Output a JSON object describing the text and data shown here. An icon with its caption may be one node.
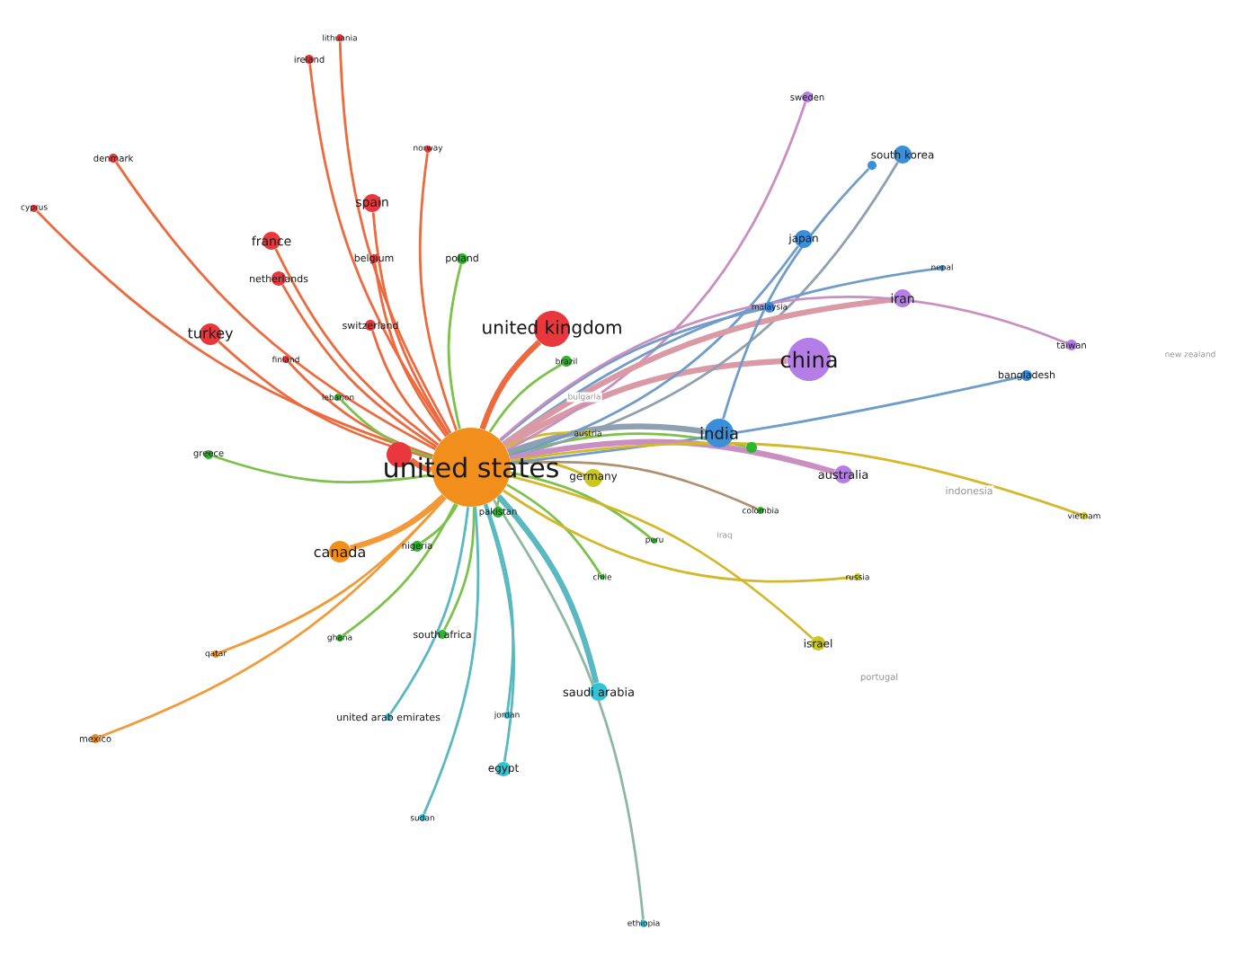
{
  "diagram": {
    "nodes": [
      {
        "text": [
          "united states"
        ]
      },
      {
        "text": [
          "united kingdom"
        ]
      },
      {
        "text": [
          "china"
        ]
      },
      {
        "text": [
          "india"
        ]
      },
      {
        "text": [
          "canada"
        ]
      },
      {
        "text": [
          "turkey"
        ]
      },
      {
        "text": [
          "france"
        ]
      },
      {
        "text": [
          "spain"
        ]
      },
      {
        "text": [
          "netherlands"
        ]
      },
      {
        "text": [
          "switzerland"
        ]
      },
      {
        "text": [
          "belgium"
        ]
      },
      {
        "text": [
          "poland"
        ]
      },
      {
        "text": [
          "denmark"
        ]
      },
      {
        "text": [
          "cyprus"
        ]
      },
      {
        "text": [
          "ireland"
        ]
      },
      {
        "text": [
          "lithuania"
        ]
      },
      {
        "text": [
          "norway"
        ]
      },
      {
        "text": [
          "finland"
        ]
      },
      {
        "text": [
          "lebanon"
        ]
      },
      {
        "text": [
          "greece"
        ]
      },
      {
        "text": [],
        "shape": "circle"
      },
      {
        "text": [
          "brazil"
        ]
      },
      {
        "text": [
          "bulgaria"
        ]
      },
      {
        "text": [
          "austria"
        ]
      },
      {
        "text": [
          "germany"
        ]
      },
      {
        "text": [
          "pakistan"
        ]
      },
      {
        "text": [
          "nigeria"
        ]
      },
      {
        "text": [
          "chile"
        ]
      },
      {
        "text": [
          "peru"
        ]
      },
      {
        "text": [
          "colombia"
        ]
      },
      {
        "text": [
          "iraq"
        ]
      },
      {
        "text": [],
        "shape": "circle"
      },
      {
        "text": [
          "sweden"
        ]
      },
      {
        "text": [
          "south korea"
        ]
      },
      {
        "text": [],
        "shape": "circle"
      },
      {
        "text": [
          "japan"
        ]
      },
      {
        "text": [
          "nepal"
        ]
      },
      {
        "text": [
          "malaysia"
        ]
      },
      {
        "text": [
          "iran"
        ]
      },
      {
        "text": [
          "taiwan"
        ]
      },
      {
        "text": [
          "new zealand"
        ]
      },
      {
        "text": [
          "bangladesh"
        ]
      },
      {
        "text": [
          "australia"
        ]
      },
      {
        "text": [
          "indonesia"
        ]
      },
      {
        "text": [
          "vietnam"
        ]
      },
      {
        "text": [
          "russia"
        ]
      },
      {
        "text": [
          "israel"
        ]
      },
      {
        "text": [
          "portugal"
        ]
      },
      {
        "text": [
          "ghana"
        ]
      },
      {
        "text": [
          "south africa"
        ]
      },
      {
        "text": [
          "qatar"
        ]
      },
      {
        "text": [
          "mexico"
        ]
      },
      {
        "text": [
          "united arab emirates"
        ]
      },
      {
        "text": [
          "jordan"
        ]
      },
      {
        "text": [
          "saudi arabia"
        ]
      },
      {
        "text": [
          "egypt"
        ]
      },
      {
        "text": [
          "sudan"
        ]
      },
      {
        "text": [
          "ethiopia"
        ]
      }
    ],
    "edges": [
      {
        "from": 0,
        "to": 1,
        "arrow": "none",
        "style": "thick",
        "color": "#ec6a3e"
      },
      {
        "from": 0,
        "to": 2,
        "arrow": "none",
        "style": "thick",
        "color": "#d99aa6"
      },
      {
        "from": 0,
        "to": 3,
        "arrow": "none",
        "style": "thick",
        "color": "#8fa0b0"
      },
      {
        "from": 0,
        "to": 4,
        "arrow": "none",
        "style": "thick",
        "color": "#f29a38"
      },
      {
        "from": 0,
        "to": 5,
        "arrow": "none",
        "color": "#ec6a3e"
      },
      {
        "from": 0,
        "to": 6,
        "arrow": "none",
        "color": "#ec6a3e"
      },
      {
        "from": 0,
        "to": 7,
        "arrow": "none",
        "color": "#ec6a3e"
      },
      {
        "from": 0,
        "to": 8,
        "arrow": "none",
        "color": "#ec6a3e"
      },
      {
        "from": 0,
        "to": 9,
        "arrow": "none",
        "color": "#ec6a3e"
      },
      {
        "from": 0,
        "to": 10,
        "arrow": "none",
        "color": "#ec6a3e"
      },
      {
        "from": 0,
        "to": 11,
        "arrow": "none",
        "color": "#7cc24a"
      },
      {
        "from": 0,
        "to": 12,
        "arrow": "none",
        "color": "#ec6a3e"
      },
      {
        "from": 0,
        "to": 13,
        "arrow": "none",
        "color": "#ec6a3e"
      },
      {
        "from": 0,
        "to": 14,
        "arrow": "none",
        "color": "#ec6a3e"
      },
      {
        "from": 0,
        "to": 15,
        "arrow": "none",
        "color": "#ec6a3e"
      },
      {
        "from": 0,
        "to": 16,
        "arrow": "none",
        "color": "#ec6a3e"
      },
      {
        "from": 0,
        "to": 17,
        "arrow": "none",
        "color": "#ec6a3e"
      },
      {
        "from": 0,
        "to": 18,
        "arrow": "none",
        "color": "#7cc24a"
      },
      {
        "from": 0,
        "to": 19,
        "arrow": "none",
        "color": "#7cc24a"
      },
      {
        "from": 0,
        "to": 20,
        "arrow": "none",
        "style": "thick",
        "color": "#ec6a3e"
      },
      {
        "from": 0,
        "to": 21,
        "arrow": "none",
        "color": "#7cc24a"
      },
      {
        "from": 0,
        "to": 23,
        "arrow": "none",
        "color": "#d4b82c"
      },
      {
        "from": 0,
        "to": 24,
        "arrow": "none",
        "color": "#d4b82c"
      },
      {
        "from": 0,
        "to": 25,
        "arrow": "none",
        "color": "#7cc24a"
      },
      {
        "from": 0,
        "to": 26,
        "arrow": "none",
        "color": "#7cc24a"
      },
      {
        "from": 0,
        "to": 27,
        "arrow": "none",
        "color": "#7cc24a"
      },
      {
        "from": 0,
        "to": 28,
        "arrow": "none",
        "color": "#7cc24a"
      },
      {
        "from": 0,
        "to": 29,
        "arrow": "none",
        "color": "#b09070"
      },
      {
        "from": 0,
        "to": 31,
        "arrow": "none",
        "color": "#7cc24a"
      },
      {
        "from": 0,
        "to": 32,
        "arrow": "none",
        "color": "#c98fc0"
      },
      {
        "from": 0,
        "to": 33,
        "arrow": "none",
        "color": "#8fa0b0"
      },
      {
        "from": 0,
        "to": 35,
        "arrow": "none",
        "color": "#6f9cc8"
      },
      {
        "from": 0,
        "to": 36,
        "arrow": "none",
        "color": "#6f9cc8"
      },
      {
        "from": 0,
        "to": 37,
        "arrow": "none",
        "color": "#6f9cc8"
      },
      {
        "from": 0,
        "to": 38,
        "arrow": "none",
        "style": "thick",
        "color": "#d99aa6"
      },
      {
        "from": 0,
        "to": 39,
        "arrow": "none",
        "color": "#c98fc0"
      },
      {
        "from": 0,
        "to": 41,
        "arrow": "none",
        "color": "#6f9cc8"
      },
      {
        "from": 0,
        "to": 42,
        "arrow": "none",
        "style": "thick",
        "color": "#c98fc0"
      },
      {
        "from": 0,
        "to": 44,
        "arrow": "none",
        "color": "#d4b82c"
      },
      {
        "from": 0,
        "to": 45,
        "arrow": "none",
        "color": "#d4b82c"
      },
      {
        "from": 0,
        "to": 46,
        "arrow": "none",
        "color": "#d4b82c"
      },
      {
        "from": 0,
        "to": 48,
        "arrow": "none",
        "color": "#7cc24a"
      },
      {
        "from": 0,
        "to": 49,
        "arrow": "none",
        "color": "#7cc24a"
      },
      {
        "from": 0,
        "to": 50,
        "arrow": "none",
        "color": "#f29a38"
      },
      {
        "from": 0,
        "to": 51,
        "arrow": "none",
        "color": "#f29a38"
      },
      {
        "from": 0,
        "to": 52,
        "arrow": "none",
        "color": "#5ab8c0"
      },
      {
        "from": 0,
        "to": 53,
        "arrow": "none",
        "color": "#5ab8c0"
      },
      {
        "from": 0,
        "to": 54,
        "arrow": "none",
        "style": "thick",
        "color": "#5ab8c0"
      },
      {
        "from": 0,
        "to": 55,
        "arrow": "none",
        "color": "#5ab8c0"
      },
      {
        "from": 0,
        "to": 56,
        "arrow": "none",
        "color": "#5ab8c0"
      },
      {
        "from": 0,
        "to": 57,
        "arrow": "none",
        "color": "#8fb8a0"
      },
      {
        "from": 3,
        "to": 34,
        "arrow": "none",
        "color": "#6f9cc8"
      }
    ]
  }
}
